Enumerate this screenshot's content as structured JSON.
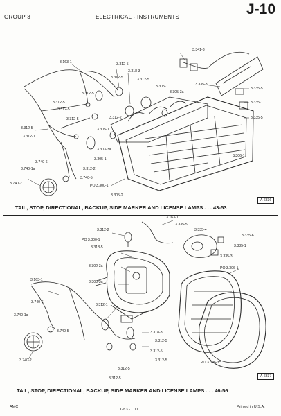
{
  "header": {
    "group": "GROUP 3",
    "section": "ELECTRICAL - INSTRUMENTS",
    "page_code": "J-10"
  },
  "top_figure": {
    "caption": "TAIL, STOP, DIRECTIONAL, BACKUP, SIDE MARKER AND LICENSE LAMPS . . . 43-53",
    "code": "A-6836",
    "labels": [
      "3.341-3",
      "3.163-1",
      "3.312-5",
      "3.318-3",
      "3.312-5",
      "3.312-5",
      "3.305-1",
      "3.305-3a",
      "3.335-3",
      "3.335-5",
      "3.335-1",
      "3.335-5",
      "3.312-5",
      "3.312-5",
      "3.312-5",
      "3.312-2",
      "3.312-5",
      "3.305-1",
      "3.312-5",
      "3.312-1",
      "3.303-3a",
      "3.305-1",
      "3.740-6",
      "3.306-1",
      "3.740-1a",
      "3.312-2",
      "3.740-5",
      "3.740-2",
      "PO 3.300-1",
      "3.305-2"
    ]
  },
  "bottom_figure": {
    "caption": "TAIL, STOP, DIRECTIONAL, BACKUP, SIDE MARKER AND LICENSE LAMPS . . . 46-56",
    "code": "A-6837",
    "labels": [
      "3.163-1",
      "3.312-2",
      "3.335-5",
      "3.335-4",
      "3.335-6",
      "3.335-1",
      "3.335-3",
      "PO 3.300-1",
      "3.318-5",
      "3.302-3a",
      "PO 3.306-1",
      "3.303-3a",
      "3.163-1",
      "3.740-6",
      "3.312-1",
      "3.740-1a",
      "3.740-5",
      "3.318-3",
      "3.312-5",
      "3.312-5",
      "3.312-5",
      "3.740-2",
      "3.312-5",
      "3.312-5",
      "PO 3.306-1"
    ]
  },
  "footer": {
    "left": "AMC",
    "center": "Gr 3 - L 11",
    "right": "Printed in U.S.A."
  }
}
